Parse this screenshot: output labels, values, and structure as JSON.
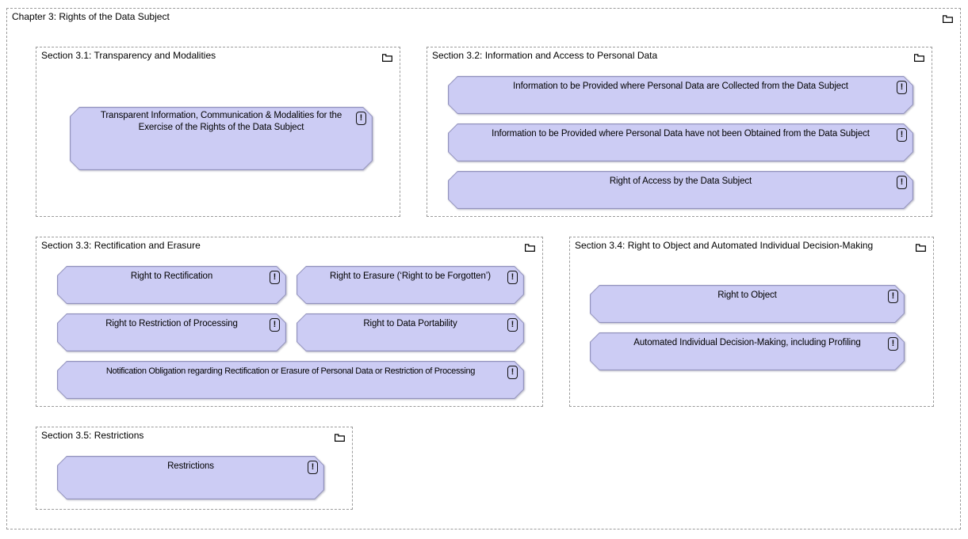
{
  "title": "Chapter 3: Rights of the Data Subject",
  "icons": {
    "requirement_glyph": "!"
  },
  "colors": {
    "background": "#ffffff",
    "text": "#000000",
    "group_dash": "#9b9b9b",
    "requirement_fill": "#ccccf4",
    "requirement_border": "#9393bd"
  },
  "sections": [
    {
      "title": "Section 3.1: Transparency and Modalities",
      "boxes": [
        "Transparent Information, Communication & Modalities for the Exercise of the Rights of the Data Subject"
      ]
    },
    {
      "title": "Section 3.2: Information and Access to Personal Data",
      "boxes": [
        "Information to be Provided where Personal Data are Collected from the Data Subject",
        "Information to be Provided where Personal Data have not been Obtained from the Data Subject",
        "Right of Access by the Data Subject"
      ]
    },
    {
      "title": "Section 3.3: Rectification and Erasure",
      "boxes": [
        "Right to Rectification",
        "Right to Erasure (‘Right to be Forgotten’)",
        "Right to Restriction of Processing",
        "Right to Data Portability",
        "Notification Obligation regarding Rectification or Erasure of Personal Data or Restriction of Processing"
      ]
    },
    {
      "title": "Section 3.4: Right to Object and Automated Individual Decision-Making",
      "boxes": [
        "Right to Object",
        "Automated Individual Decision-Making, including Profiling"
      ]
    },
    {
      "title": "Section 3.5: Restrictions",
      "boxes": [
        "Restrictions"
      ]
    }
  ]
}
